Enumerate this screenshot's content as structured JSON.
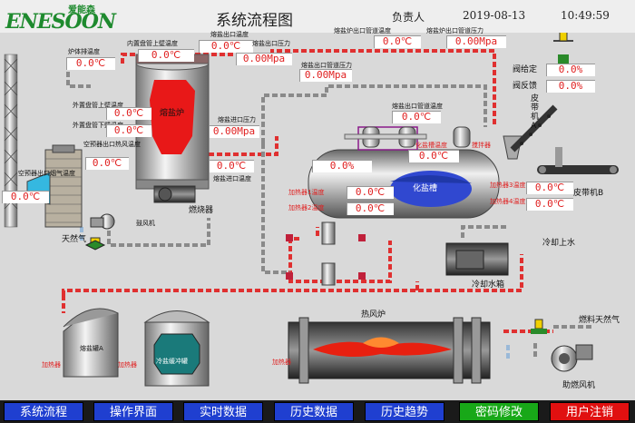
{
  "header": {
    "logo_cn": "爱能森",
    "logo": "ENESOON",
    "title": "系统流程图",
    "person_label": "负责人",
    "date": "2019-08-13",
    "time": "10:49:59"
  },
  "left": {
    "lbl_top_temp": "炉体排温度",
    "val_top_temp": "0.0℃",
    "lbl_inner_temp": "内置盘管上壁温度",
    "val_inner_temp": "0.0℃",
    "lbl_out_temp": "熔盐出口温度",
    "val_out_temp": "0.0℃",
    "lbl_out_press": "熔盐出口压力",
    "val_out_press": "0.00Mpa",
    "lbl_outer_temp1": "外置盘管上壁温度",
    "val_outer_temp1": "0.0℃",
    "lbl_outer_temp2": "外置盘管下壁温度",
    "val_outer_temp2": "0.0℃",
    "lbl_air_temp": "空预器出口热风温度",
    "val_air_temp": "0.0℃",
    "lbl_preheat": "空预器出口烟气温度",
    "val_preheat": "0.0℃",
    "lbl_in_press": "熔盐进口压力",
    "val_in_press": "0.00Mpa",
    "val_in_temp": "0.0℃",
    "lbl_in_temp": "熔盐进口温度",
    "furnace_label": "熔盐炉",
    "burner_label": "燃烧器",
    "fan_label": "鼓风机",
    "gas_label": "天然气"
  },
  "top_mid": {
    "lbl_pipe_temp": "熔盐炉出口管道温度",
    "val_pipe_temp": "0.0℃",
    "lbl_pipe_press": "熔盐炉出口管道压力",
    "val_pipe_press": "0.00Mpa",
    "lbl_pipe_press2": "熔盐出口管道压力",
    "val_pipe_press2": "0.00Mpa",
    "lbl_pipe_temp2": "熔盐出口管道温度",
    "val_pipe_temp2": "0.0℃"
  },
  "right": {
    "lbl_level1": "阀给定",
    "val_level1": "0.0%",
    "lbl_level2": "阀反馈",
    "val_level2": "0.0%",
    "belt_a": "皮带机A",
    "belt_b": "皮带机B",
    "val_tank_level": "0.0%",
    "lbl_tank_temp": "化盐槽温度",
    "val_tank_temp": "0.0℃",
    "tank_label": "化盐槽",
    "lbl_heater1": "加热器1温度",
    "val_heater1": "0.0℃",
    "lbl_heater2": "加热器2温度",
    "val_heater2": "0.0℃",
    "lbl_heater3": "加热器3温度",
    "val_heater3": "0.0℃",
    "lbl_heater4": "加热器4温度",
    "val_heater4": "0.0℃",
    "lbl_stirrer": "搅拌器",
    "cooling_water": "冷却上水",
    "cooling_tank": "冷却水箱"
  },
  "bottom": {
    "hot_furnace": "热风炉",
    "salt_tank1": "熔盐罐A",
    "salt_tank2": "冷盐缓冲罐",
    "heater_a": "加热器",
    "heater_b": "加热器",
    "heater_c": "加热器",
    "fuel_gas": "燃料天然气",
    "fan2": "助燃风机"
  },
  "nav": [
    "系统流程",
    "操作界面",
    "实时数据",
    "历史数据",
    "历史趋势",
    "密码修改",
    "用户注销"
  ]
}
